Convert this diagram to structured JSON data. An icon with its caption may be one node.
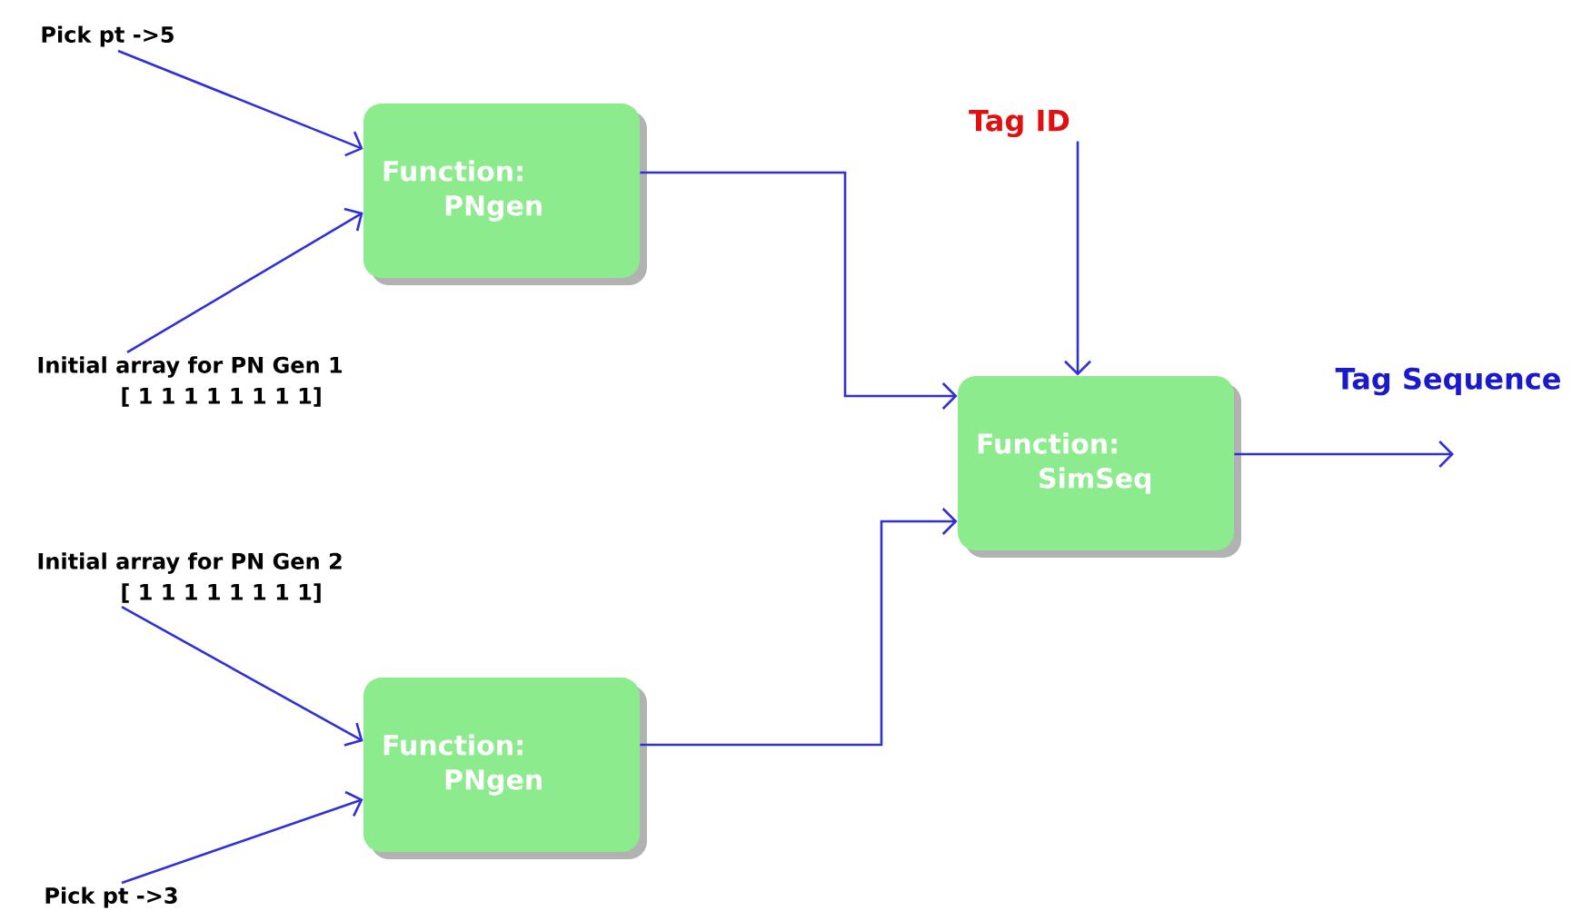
{
  "diagram": {
    "nodes": [
      {
        "text": [
          "Pick pt ->5"
        ]
      },
      {
        "text": [
          "Initial array for PN Gen 1",
          "[ 1 1 1 1 1 1 1 1]"
        ]
      },
      {
        "text": [
          "Function:",
          "PNgen"
        ]
      },
      {
        "text": [
          "Initial array for PN Gen 2",
          "[ 1 1 1 1 1 1 1 1]"
        ]
      },
      {
        "text": [
          "Function:",
          "PNgen"
        ]
      },
      {
        "text": [
          "Pick pt ->3"
        ]
      },
      {
        "text": [
          "Tag ID"
        ]
      },
      {
        "text": [
          "Function:",
          "SimSeq"
        ]
      }
    ],
    "edges": [
      {
        "from": 0,
        "to": 2,
        "arrow": "to"
      },
      {
        "from": 1,
        "to": 2,
        "arrow": "to"
      },
      {
        "from": 3,
        "to": 4,
        "arrow": "to"
      },
      {
        "from": 5,
        "to": 4,
        "arrow": "to"
      },
      {
        "from": 2,
        "to": 7,
        "arrow": "to"
      },
      {
        "from": 4,
        "to": 7,
        "arrow": "to"
      },
      {
        "from": 6,
        "to": 7,
        "arrow": "to"
      },
      {
        "from": 7,
        "to": null,
        "arrow": "to",
        "label": "Tag Sequence"
      }
    ]
  }
}
